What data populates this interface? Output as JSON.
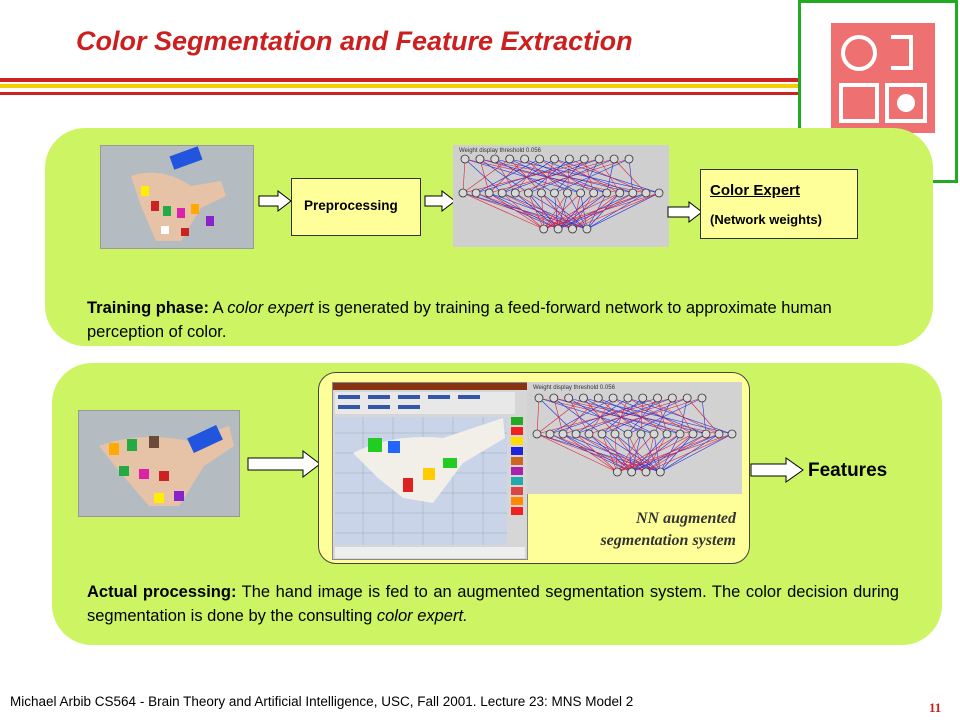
{
  "title": "Color Segmentation and Feature Extraction",
  "training": {
    "preprocessing_label": "Preprocessing",
    "nn_caption": "Weight display threshold 0.056",
    "color_expert_title": "Color Expert",
    "color_expert_sub": "(Network weights)",
    "caption_bold": "Training phase:",
    "caption_pre": " A ",
    "caption_italic": "color expert",
    "caption_post": " is generated by training a feed-forward network to approximate human perception of color."
  },
  "processing": {
    "nn_caption": "Weight display threshold 0.056",
    "nn_label_line1": "NN augmented",
    "nn_label_line2": "segmentation system",
    "features_label": "Features",
    "caption_bold": "Actual processing:",
    "caption_pre": " The hand image is fed to an augmented segmentation system. The color decision during segmentation is done by the consulting ",
    "caption_italic": "color expert."
  },
  "footer": "Michael Arbib CS564 - Brain Theory and Artificial Intelligence, USC, Fall 2001. Lecture 23: MNS Model 2",
  "page_number": "11",
  "colors": {
    "title": "#cc1f1f",
    "panel": "#cdf563",
    "box": "#ffff99"
  }
}
